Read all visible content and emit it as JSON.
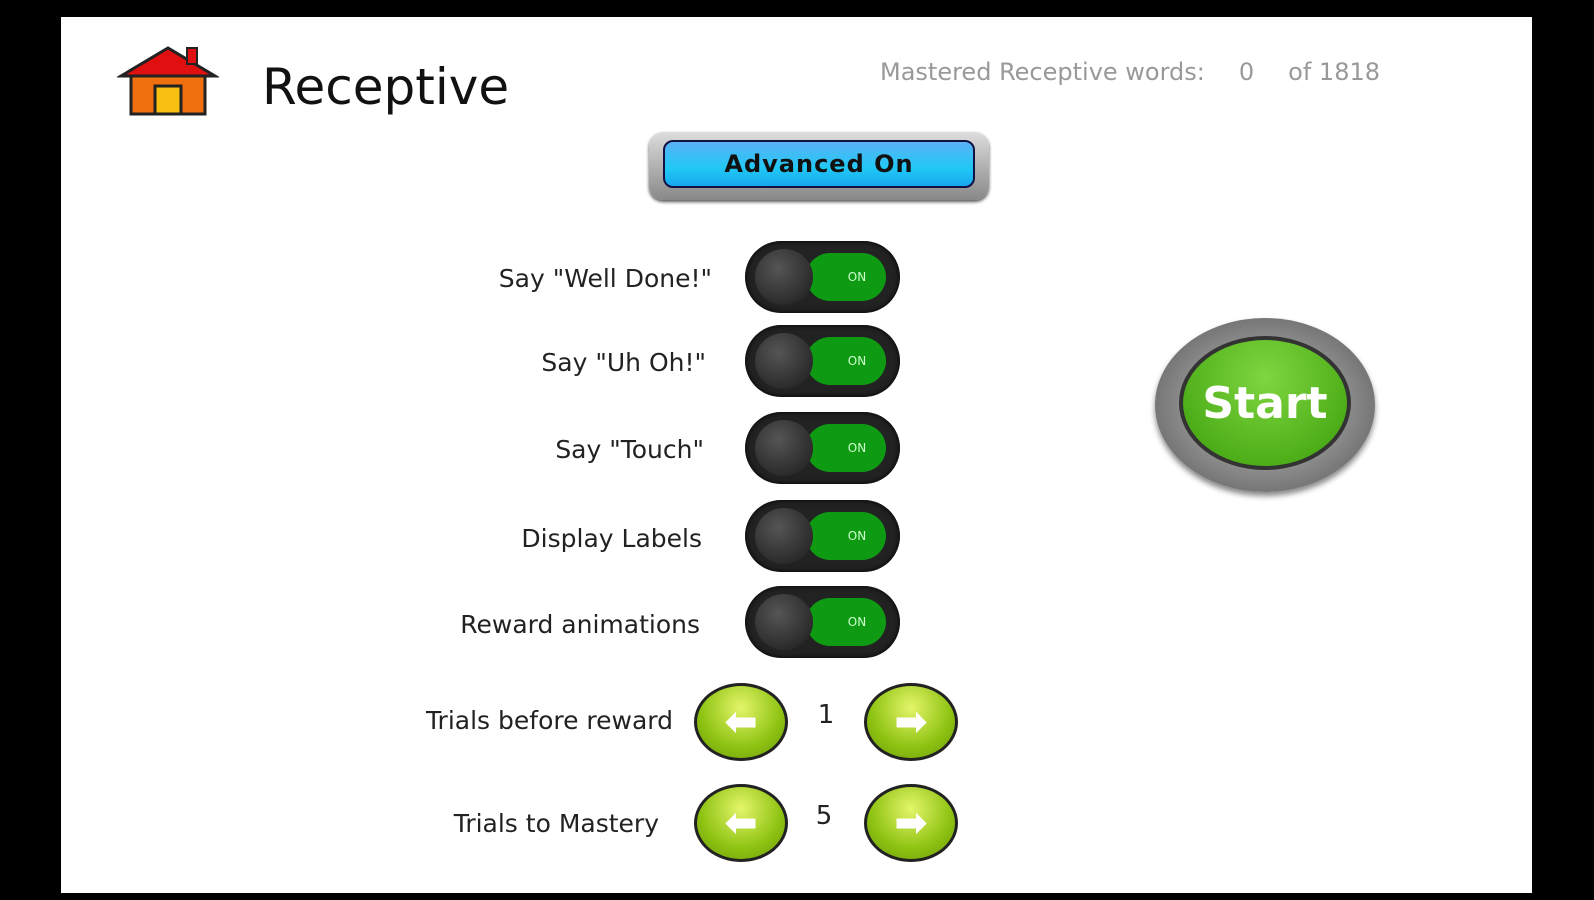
{
  "header": {
    "title": "Receptive",
    "mastered_label": "Mastered Receptive words:",
    "mastered_count": "0",
    "mastered_total": "of 1818"
  },
  "advanced_button": "Advanced On",
  "toggles": [
    {
      "label": "Say \"Well Done!\"",
      "state": "ON"
    },
    {
      "label": "Say \"Uh Oh!\"",
      "state": "ON"
    },
    {
      "label": "Say \"Touch\"",
      "state": "ON"
    },
    {
      "label": "Display Labels",
      "state": "ON"
    },
    {
      "label": "Reward animations",
      "state": "ON"
    }
  ],
  "steppers": [
    {
      "label": "Trials before reward",
      "value": "1"
    },
    {
      "label": "Trials to Mastery",
      "value": "5"
    }
  ],
  "start_button": "Start"
}
